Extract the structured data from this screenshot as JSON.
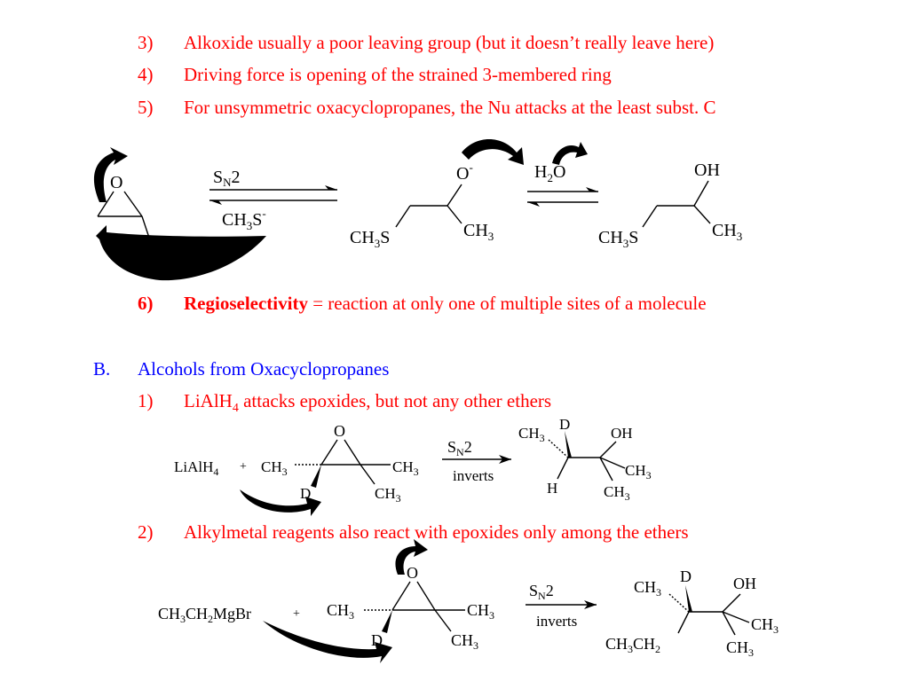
{
  "colors": {
    "point_text": "#ff0000",
    "section_text": "#0000ff",
    "ink": "#000000"
  },
  "points": [
    {
      "num": "3)",
      "text": "Alkoxide usually a poor leaving group (but it doesn’t really leave here)"
    },
    {
      "num": "4)",
      "text": "Driving force is opening of the strained 3-membered ring"
    },
    {
      "num": "5)",
      "text": "For unsymmetric oxacyclopropanes, the Nu attacks at the least subst. C"
    },
    {
      "num": "6)",
      "term": "Regioselectivity",
      "text": " = reaction at only one of multiple sites of a molecule"
    }
  ],
  "section_b": {
    "letter": "B.",
    "title": "Alcohols from Oxacyclopropanes",
    "items": [
      {
        "num": "1)",
        "text_pre": "LiAlH",
        "sub": "4",
        "text_post": " attacks epoxides, but not any other ethers"
      },
      {
        "num": "2)",
        "text": "Alkylmetal reagents also react with epoxides only among the ethers"
      }
    ]
  },
  "scheme1": {
    "epoxide_O": "O",
    "arrow_top_main": "S",
    "arrow_top_sub": "N",
    "arrow_top_end": "2",
    "nucleophile": "CH",
    "nucleophile_sub": "3",
    "nucleophile_S": "S",
    "nucleophile_charge": "-",
    "alkoxide_O": "O",
    "alkoxide_charge": "-",
    "left_group": "CH",
    "left_group_sub": "3",
    "left_group_S": "S",
    "methyl": "CH",
    "methyl_sub": "3",
    "water": "H",
    "water_sub": "2",
    "water_O": "O",
    "product_OH": "OH",
    "product_left": "CH",
    "product_left_sub": "3",
    "product_left_S": "S",
    "product_methyl": "CH",
    "product_methyl_sub": "3"
  },
  "scheme2": {
    "reagent": "LiAlH",
    "reagent_sub": "4",
    "plus": "+",
    "O": "O",
    "left_methyl": "CH",
    "left_methyl_sub": "3",
    "D": "D",
    "right_methyl": "CH",
    "right_methyl_sub": "3",
    "lower_methyl": "CH",
    "lower_methyl_sub": "3",
    "arrow_main": "S",
    "arrow_sub": "N",
    "arrow_end": "2",
    "arrow_below": "inverts",
    "p_methyl": "CH",
    "p_methyl_sub": "3",
    "p_D": "D",
    "p_OH": "OH",
    "p_right_methyl": "CH",
    "p_right_methyl_sub": "3",
    "p_H": "H",
    "p_lower_methyl": "CH",
    "p_lower_methyl_sub": "3"
  },
  "scheme3": {
    "reagent_a": "CH",
    "reagent_a_sub": "3",
    "reagent_b": "CH",
    "reagent_b_sub": "2",
    "reagent_c": "MgBr",
    "plus": "+",
    "O": "O",
    "left_methyl": "CH",
    "left_methyl_sub": "3",
    "D": "D",
    "right_methyl": "CH",
    "right_methyl_sub": "3",
    "lower_methyl": "CH",
    "lower_methyl_sub": "3",
    "arrow_main": "S",
    "arrow_sub": "N",
    "arrow_end": "2",
    "arrow_below": "inverts",
    "p_methyl": "CH",
    "p_methyl_sub": "3",
    "p_D": "D",
    "p_OH": "OH",
    "p_right_methyl": "CH",
    "p_right_methyl_sub": "3",
    "p_ethyl_a": "CH",
    "p_ethyl_a_sub": "3",
    "p_ethyl_b": "CH",
    "p_ethyl_b_sub": "2",
    "p_lower_methyl": "CH",
    "p_lower_methyl_sub": "3"
  }
}
